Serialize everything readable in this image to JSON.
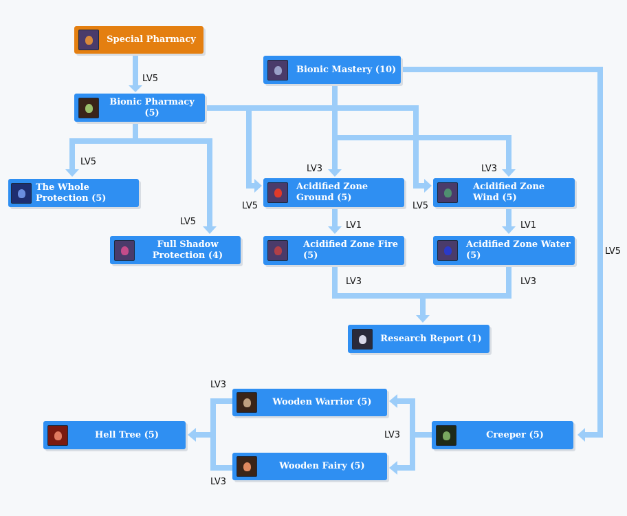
{
  "nodes": {
    "special_pharmacy": "Special Pharmacy",
    "bionic_mastery": "Bionic Mastery (10)",
    "bionic_pharmacy": "Bionic Pharmacy (5)",
    "whole_protection": "The Whole Protection (5)",
    "full_shadow_protection": "Full Shadow Protection (4)",
    "az_ground": "Acidified Zone Ground (5)",
    "az_wind": "Acidified Zone Wind (5)",
    "az_fire": "Acidified Zone Fire (5)",
    "az_water": "Acidified Zone Water (5)",
    "research_report": "Research Report (1)",
    "wooden_warrior": "Wooden Warrior (5)",
    "hell_tree": "Hell Tree (5)",
    "creeper": "Creeper (5)",
    "wooden_fairy": "Wooden Fairy (5)"
  },
  "requirements": {
    "special_to_bionic": "LV5",
    "bp_to_whole": "LV5",
    "bp_to_shadow": "LV5",
    "bp_to_ground": "LV5",
    "bp_to_wind": "LV5",
    "bm_to_ground": "LV3",
    "bm_to_wind": "LV3",
    "bm_to_creeper": "LV5",
    "ground_to_fire": "LV1",
    "wind_to_water": "LV1",
    "fire_to_report": "LV3",
    "water_to_report": "LV3",
    "warrior_to_hell": "LV3",
    "creeper_to_wooden": "LV3",
    "fairy_to_hell": "LV3"
  },
  "colors": {
    "node": "#2f8ff2",
    "root": "#e47f10",
    "connector": "#9ccdf9"
  }
}
